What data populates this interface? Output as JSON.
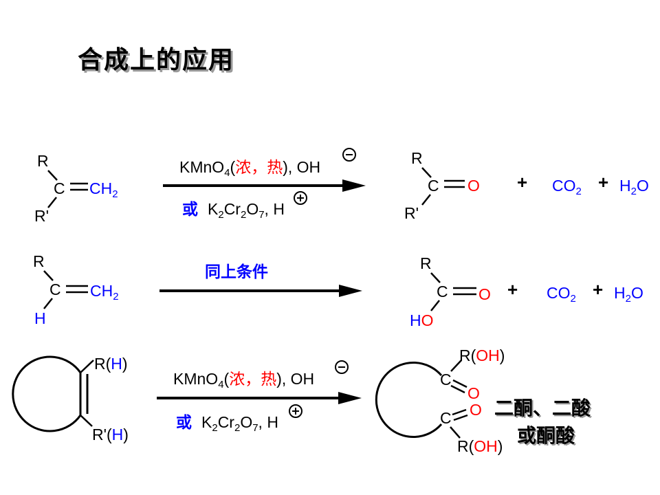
{
  "title": "合成上的应用",
  "colors": {
    "black": "#000000",
    "red": "#ff0000",
    "blue": "#0000ff"
  },
  "reactions": [
    {
      "reactant": {
        "top": "R",
        "carbon": "C",
        "group": "CH",
        "group_sub": "2",
        "bottom": "R'"
      },
      "conditions": {
        "reagent": "KMnO",
        "reagent_sub": "4",
        "open_paren": "(",
        "heat": "浓，热",
        "close": "), OH",
        "alt_word": "或",
        "alt_reagent_a": "K",
        "alt_sub_a": "2",
        "alt_reagent_b": "Cr",
        "alt_sub_b": "2",
        "alt_reagent_c": "O",
        "alt_sub_c": "7",
        "alt_reagent_d": ", H"
      },
      "product": {
        "top": "R",
        "carbon": "C",
        "oxygen": "O",
        "bottom": "R'"
      },
      "byproducts": {
        "plus1": "+",
        "co2": "CO",
        "co2_sub": "2",
        "plus2": "+",
        "h2o_h": "H",
        "h2o_sub": "2",
        "h2o_o": "O"
      }
    },
    {
      "reactant": {
        "top": "R",
        "carbon": "C",
        "group": "CH",
        "group_sub": "2",
        "bottom": "H"
      },
      "condition_text": "同上条件",
      "product": {
        "top": "R",
        "carbon": "C",
        "oxygen": "O",
        "bottom_h": "H",
        "bottom_o": "O"
      },
      "byproducts": {
        "plus1": "+",
        "co2": "CO",
        "co2_sub": "2",
        "plus2": "+",
        "h2o_h": "H",
        "h2o_sub": "2",
        "h2o_o": "O"
      }
    },
    {
      "reactant": {
        "top_r": "R(",
        "top_h": "H",
        "top_close": ")",
        "bottom_r": "R'(",
        "bottom_h": "H",
        "bottom_close": ")"
      },
      "conditions": {
        "reagent": "KMnO",
        "reagent_sub": "4",
        "open_paren": "(",
        "heat": "浓，热",
        "close": "), OH",
        "alt_word": "或",
        "alt_reagent_a": "K",
        "alt_sub_a": "2",
        "alt_reagent_b": "Cr",
        "alt_sub_b": "2",
        "alt_reagent_c": "O",
        "alt_sub_c": "7",
        "alt_reagent_d": ", H"
      },
      "product": {
        "carbon1": "C",
        "oxygen1": "O",
        "carbon2": "C",
        "oxygen2": "O",
        "top_r": "R(",
        "top_oh": "OH",
        "top_close": ")",
        "bottom_r": "R(",
        "bottom_oh": "OH",
        "bottom_close": ")"
      },
      "summary_line1": "二酮、二酸",
      "summary_line2": "或酮酸"
    }
  ]
}
